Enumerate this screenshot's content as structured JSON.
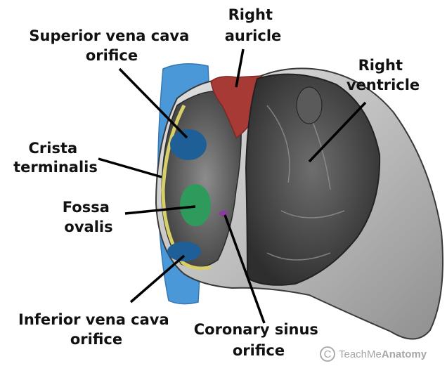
{
  "labels": {
    "right_auricle": [
      "Right",
      "auricle"
    ],
    "superior_vena_cava_orifice": [
      "Superior vena cava",
      "orifice"
    ],
    "right_ventricle": [
      "Right",
      "ventricle"
    ],
    "crista_terminalis": [
      "Crista",
      "terminalis"
    ],
    "fossa_ovalis": [
      "Fossa",
      "ovalis"
    ],
    "inferior_vena_cava_orifice": [
      "Inferior vena cava",
      "orifice"
    ],
    "coronary_sinus_orifice": [
      "Coronary sinus",
      "orifice"
    ]
  },
  "watermark": {
    "symbol": "C",
    "brand_light": "TeachMe",
    "brand_bold": "Anatomy"
  },
  "colors": {
    "vena_cava": "#4a98d8",
    "vena_cava_orifice": "#1f5f98",
    "auricle": "#a83a36",
    "crista": "#d6cf6a",
    "fossa": "#2e9a5c",
    "coronary_sinus": "#8a3aa0",
    "heart_tissue": "#c9c9c9",
    "heart_shadow": "#4a4a4a",
    "leader_line": "#000000",
    "watermark": "#a6a6a6"
  }
}
